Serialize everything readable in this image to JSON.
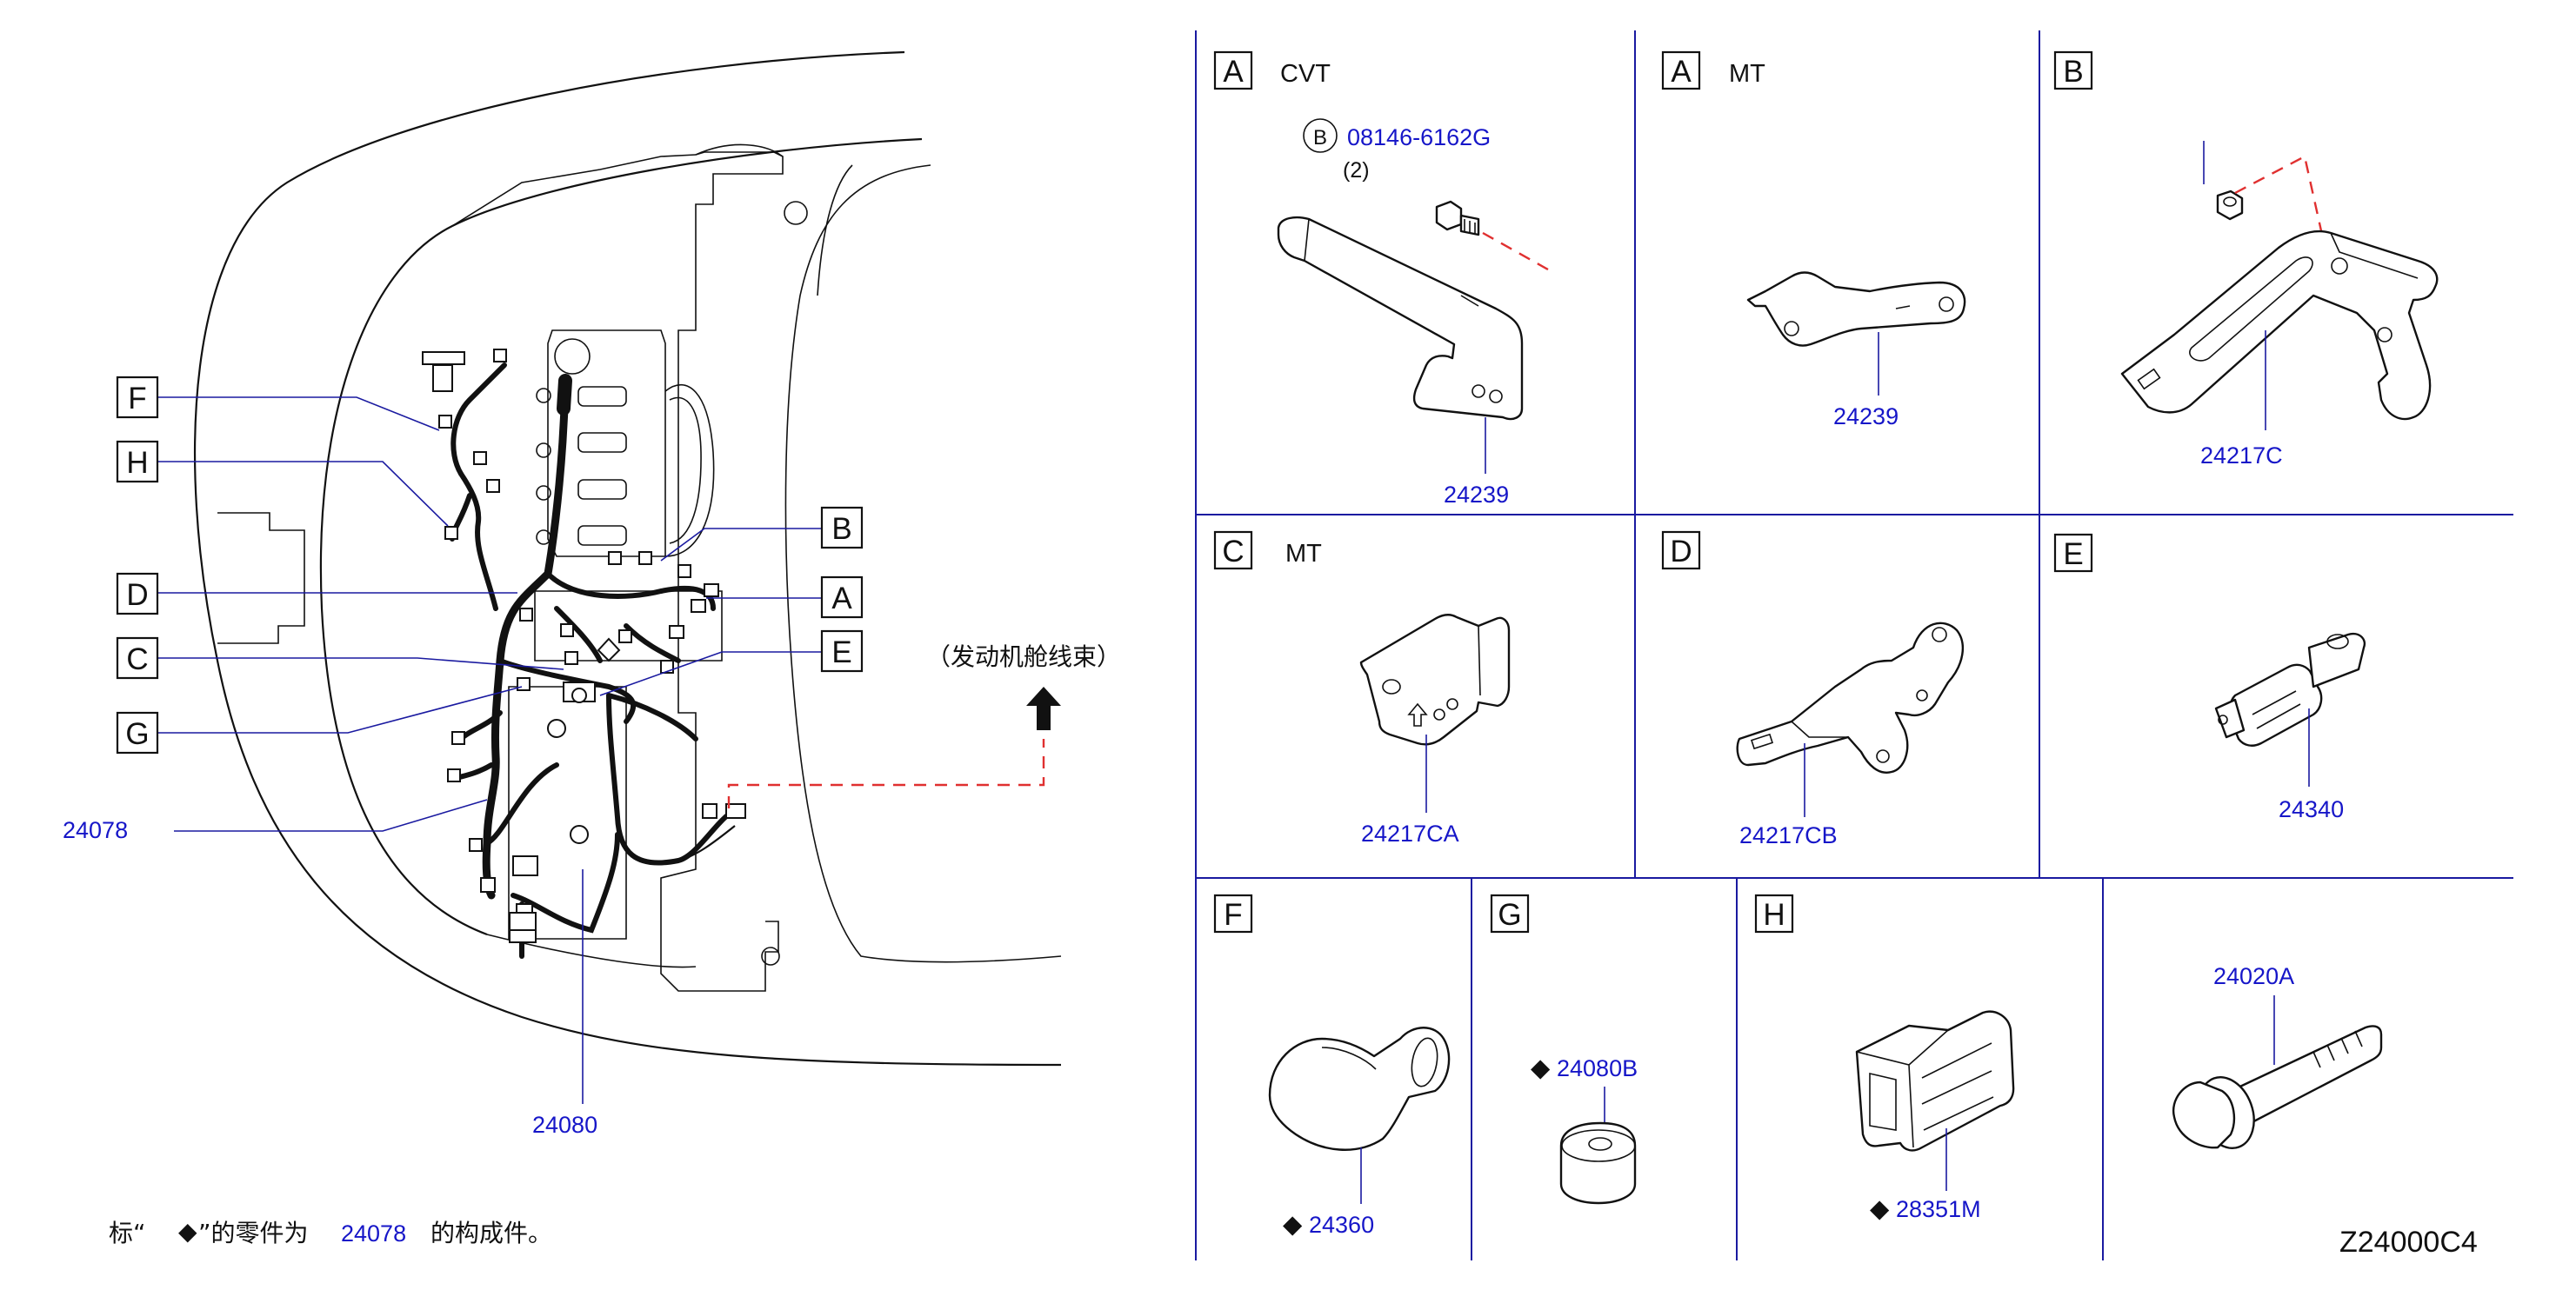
{
  "callouts": {
    "F": "F",
    "H": "H",
    "D": "D",
    "C": "C",
    "G": "G",
    "B": "B",
    "A": "A",
    "E": "E"
  },
  "main_labels": {
    "harness_24078": "24078",
    "harness_24080": "24080",
    "engine_room_note": "（发动机舱线束）"
  },
  "panels": {
    "a_cvt": {
      "letter": "A",
      "title": "CVT",
      "bolt_letter": "B",
      "bolt_part": "08146-6162G",
      "bolt_qty": "(2)",
      "part": "24239"
    },
    "a_mt": {
      "letter": "A",
      "title": "MT",
      "part": "24239"
    },
    "b": {
      "letter": "B",
      "part": "24217C"
    },
    "c_mt": {
      "letter": "C",
      "title": "MT",
      "part": "24217CA"
    },
    "d": {
      "letter": "D",
      "part": "24217CB"
    },
    "e": {
      "letter": "E",
      "part": "24340"
    },
    "f": {
      "letter": "F",
      "part": "24360",
      "marker": "◆"
    },
    "g": {
      "letter": "G",
      "part": "24080B",
      "marker": "◆"
    },
    "h": {
      "letter": "H",
      "part": "28351M",
      "marker": "◆"
    },
    "bolt": {
      "part": "24020A"
    }
  },
  "footnote": {
    "prefix": "标“",
    "marker": "◆",
    "middle": "”的零件为",
    "part": "24078",
    "suffix": "的构成件。"
  },
  "diagram_code": "Z24000C4",
  "colors": {
    "part_number": "#1616c8",
    "grid": "#1a1aa0",
    "dashed": "#e03030"
  }
}
